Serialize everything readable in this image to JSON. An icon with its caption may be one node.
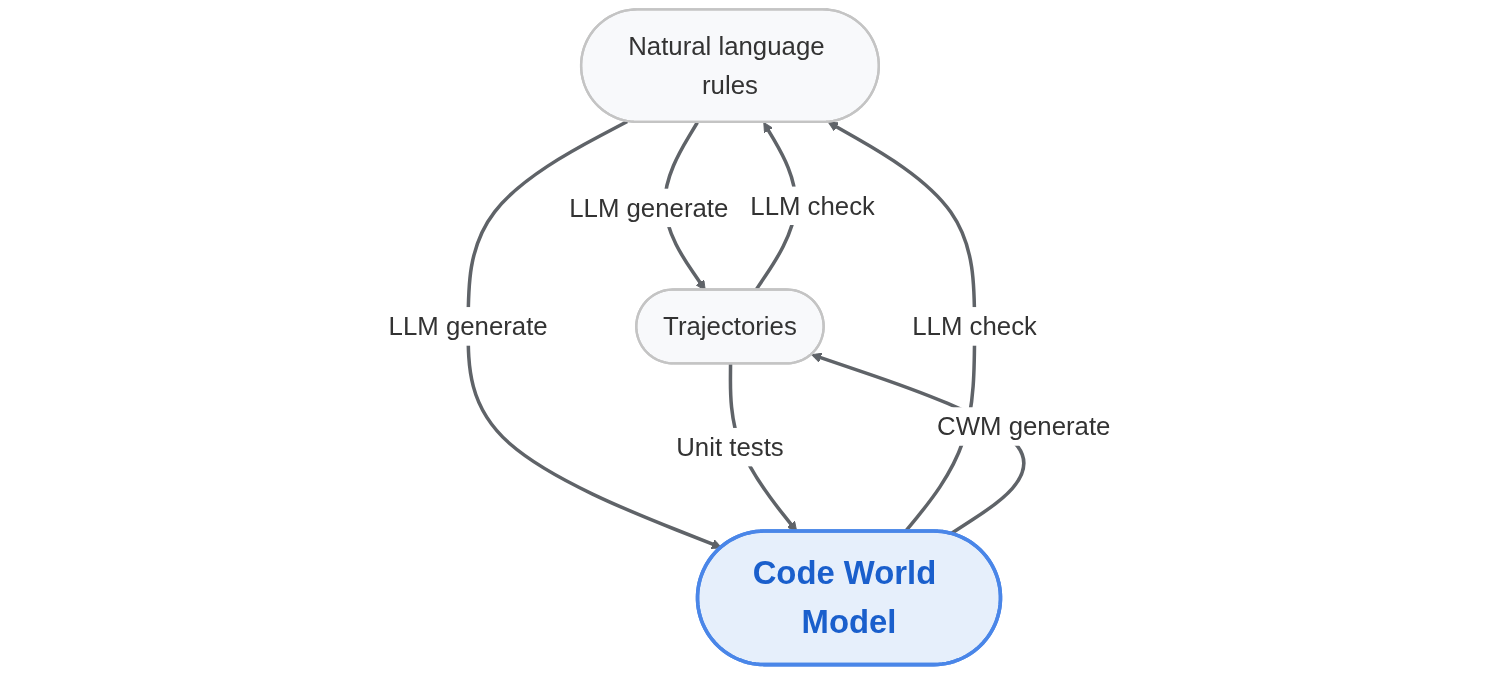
{
  "diagram": {
    "nodes": [
      {
        "text": [
          "Natural language rules"
        ]
      },
      {
        "text": [
          "Trajectories"
        ]
      },
      {
        "text": [
          "Code World Model"
        ]
      }
    ],
    "edges": [
      {
        "from": 0,
        "to": 1,
        "arrow": "to",
        "label": "LLM generate"
      },
      {
        "from": 1,
        "to": 0,
        "arrow": "to",
        "label": "LLM check"
      },
      {
        "from": 0,
        "to": 2,
        "arrow": "to",
        "label": "LLM generate"
      },
      {
        "from": 1,
        "to": 2,
        "arrow": "to",
        "label": "Unit tests"
      },
      {
        "from": 2,
        "to": 0,
        "arrow": "to",
        "label": "LLM check"
      },
      {
        "from": 2,
        "to": 1,
        "arrow": "to",
        "label": "CWM generate"
      }
    ]
  }
}
